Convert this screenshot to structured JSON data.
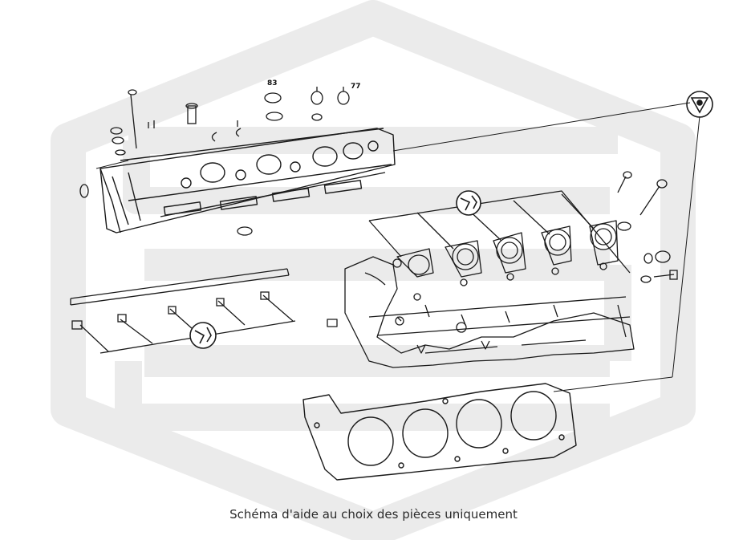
{
  "diagram": {
    "callouts": {
      "c83": "83",
      "c77": "77"
    },
    "caption": "Schéma d'aide au choix des pièces uniquement"
  },
  "colors": {
    "watermark": "#ebebeb",
    "line": "#1a1a1a",
    "background": "#ffffff"
  },
  "icons": [
    "watermark-logo",
    "wrench-icon",
    "nut-icon"
  ]
}
